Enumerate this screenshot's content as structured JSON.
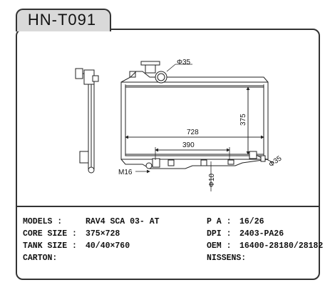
{
  "title": "HN-T091",
  "dimensions": {
    "width": "728",
    "height": "375",
    "inner": "390",
    "inlet": "Φ35",
    "outlet": "Φ35",
    "drain": "M16",
    "pipe": "Φ10"
  },
  "specs": {
    "models_label": "MODELS :",
    "models_value": "RAV4 SCA 03- AT",
    "core_label": "CORE SIZE :",
    "core_value": "375×728",
    "tank_label": "TANK SIZE :",
    "tank_value": "40/40×760",
    "carton_label": "CARTON:",
    "carton_value": "",
    "pa_label": "P A :",
    "pa_value": "16/26",
    "dpi_label": "DPI :",
    "dpi_value": "2403-PA26",
    "oem_label": "OEM :",
    "oem_value": "16400-28180/28182",
    "nissens_label": "NISSENS:",
    "nissens_value": ""
  }
}
